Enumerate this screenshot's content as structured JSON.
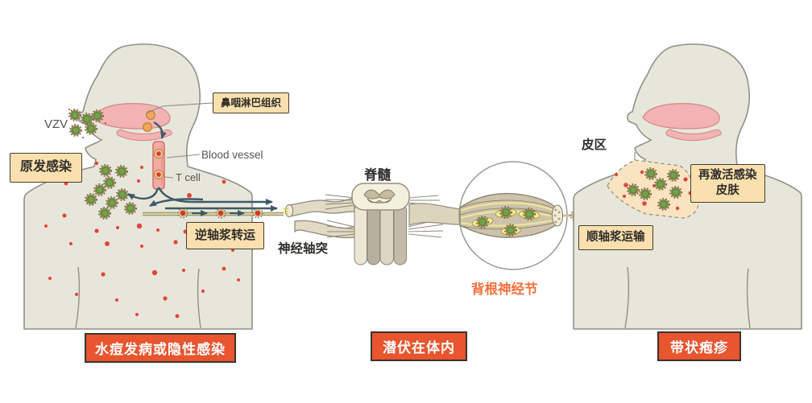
{
  "left_panel": {
    "vzv": "VZV",
    "nasopharyngeal": "鼻咽淋巴组织",
    "primary_infection": "原发感染",
    "blood_vessel": "Blood vessel",
    "t_cell": "T cell",
    "retrograde_transport": "逆轴浆转运",
    "nerve_axon": "神经轴突",
    "stage": "水痘发病或隐性感染"
  },
  "center_panel": {
    "spinal_cord": "脊髓",
    "dorsal_root_ganglion": "背根神经节",
    "stage": "潜伏在体内"
  },
  "right_panel": {
    "anterograde_transport": "顺轴浆运输",
    "dermatome": "皮区",
    "reactivation_line1": "再激活感染",
    "reactivation_line2": "皮肤",
    "stage": "带状疱疹"
  },
  "colors": {
    "stage_badge_bg": "#e8552f",
    "label_box_bg": "#f9e0ae",
    "drg_text": "#f4703c",
    "arrow": "#3d5a66",
    "virus_green": "#6fa34c",
    "rash_red": "#d93a30",
    "body_fill": "#e7e6da"
  }
}
